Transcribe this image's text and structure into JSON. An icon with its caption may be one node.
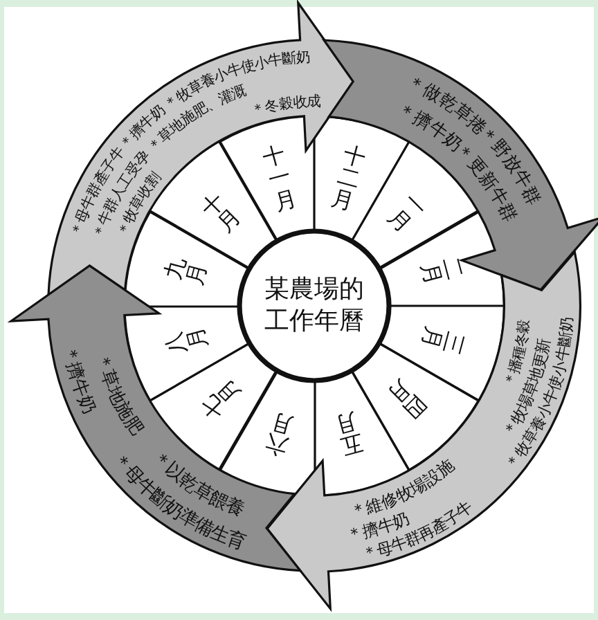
{
  "diagram": {
    "nodes": [
      {
        "text": [
          "某農場的工作年曆"
        ]
      },
      {
        "text": [
          "一月"
        ]
      },
      {
        "text": [
          "二月"
        ]
      },
      {
        "text": [
          "三月"
        ]
      },
      {
        "text": [
          "四月"
        ]
      },
      {
        "text": [
          "五月"
        ]
      },
      {
        "text": [
          "六月"
        ]
      },
      {
        "text": [
          "七月"
        ]
      },
      {
        "text": [
          "八月"
        ]
      },
      {
        "text": [
          "九月"
        ]
      },
      {
        "text": [
          "十月"
        ]
      },
      {
        "text": [
          "十一月"
        ]
      },
      {
        "text": [
          "十二月"
        ]
      },
      {
        "text": [
          "＊母牛群產子牛",
          "＊擠牛奶",
          "＊牧草養小牛使小牛斷奶",
          "＊牛群人工受孕",
          "＊草地施肥、灌溉",
          "＊牧草收割",
          "＊冬穀收成"
        ]
      },
      {
        "text": [
          "＊做乾草捲",
          "＊野放牛群",
          "＊擠牛奶",
          "＊更新牛群"
        ]
      },
      {
        "text": [
          "＊播種冬穀",
          "＊牧場草地更新",
          "＊牧草養小牛使小牛斷奶",
          "＊維修牧場設施",
          "＊擠牛奶",
          "＊母牛群再產子牛"
        ]
      },
      {
        "text": [
          "＊擠牛奶",
          "＊草地施肥",
          "＊以乾草餵養",
          "＊母牛斷奶準備生育"
        ]
      }
    ]
  }
}
